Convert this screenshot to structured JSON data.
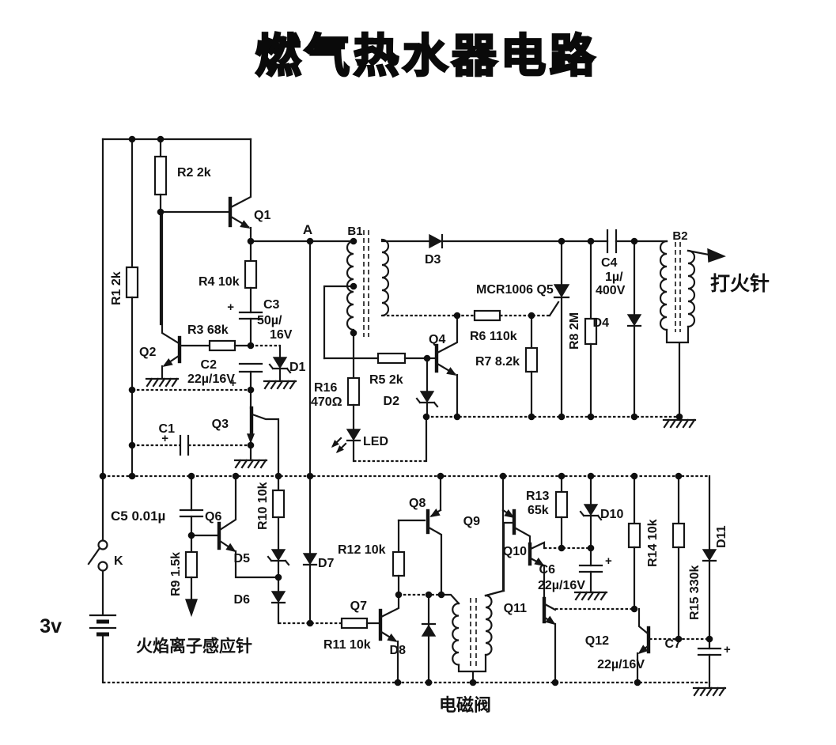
{
  "title": "燃气热水器电路",
  "polarity_mark": "+",
  "power": {
    "battery": "3v",
    "switch": "K"
  },
  "nodes": {
    "a": "A"
  },
  "outputs": {
    "ignition_needle": "打火针",
    "flame_sensor": "火焰离子感应针",
    "solenoid_valve": "电磁阀"
  },
  "transformers": {
    "b1": "B1",
    "b2": "B2"
  },
  "resistors": {
    "r1": "R1 2k",
    "r2": "R2 2k",
    "r3": "R3 68k",
    "r4": "R4 10k",
    "r5": "R5 2k",
    "r6": "R6 110k",
    "r7": "R7 8.2k",
    "r8": "R8 2M",
    "r9": "R9 1.5k",
    "r10": "R10 10k",
    "r11": "R11 10k",
    "r12": "R12 10k",
    "r13_name": "R13",
    "r13_value": "65k",
    "r14": "R14 10k",
    "r15": "R15 330k",
    "r16_name": "R16",
    "r16_value": "470Ω"
  },
  "capacitors": {
    "c1": "C1",
    "c2_name": "C2",
    "c2_value": "22µ/16V",
    "c3_name": "C3",
    "c3_value_line1": "50µ/",
    "c3_value_line2": "16V",
    "c4_name": "C4",
    "c4_value_line1": "1µ/",
    "c4_value_line2": "400V",
    "c5": "C5 0.01µ",
    "c6_name": "C6",
    "c6_value": "22µ/16V",
    "c7_name": "C7",
    "c7_value": "22µ/16V"
  },
  "diodes": {
    "d1": "D1",
    "d2": "D2",
    "d3": "D3",
    "d4": "D4",
    "d5": "D5",
    "d6": "D6",
    "d7": "D7",
    "d8": "D8",
    "d10": "D10",
    "d11": "D11",
    "led": "LED"
  },
  "transistors": {
    "q1": "Q1",
    "q2": "Q2",
    "q3": "Q3",
    "q4": "Q4",
    "q5": "MCR1006 Q5",
    "q6": "Q6",
    "q7": "Q7",
    "q8": "Q8",
    "q9": "Q9",
    "q10": "Q10",
    "q11": "Q11",
    "q12": "Q12"
  }
}
